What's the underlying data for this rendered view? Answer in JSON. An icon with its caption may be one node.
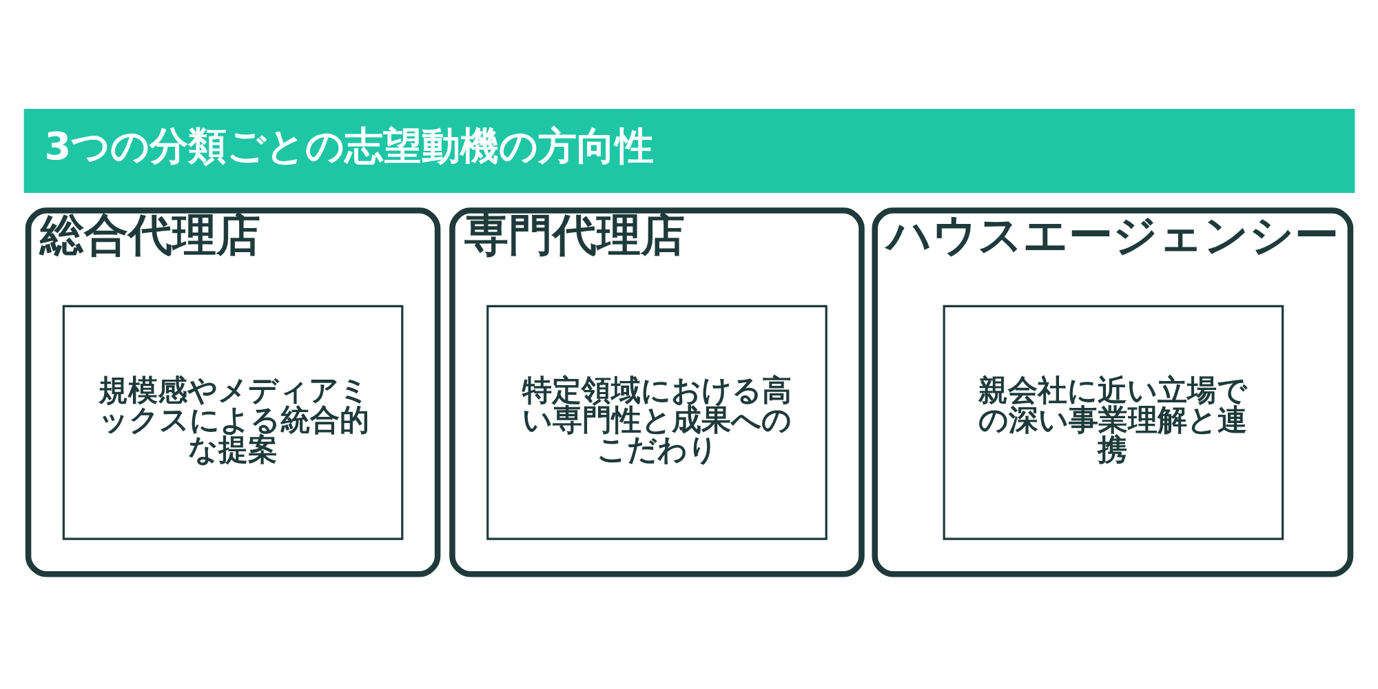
{
  "diagram": {
    "title": "3つの分類ごとの志望動機の方向性",
    "nodes": [
      {
        "text": [
          "総合代理店"
        ]
      },
      {
        "text": [
          "規模感やメディアミックスによる統合的な提案"
        ],
        "in": 0
      },
      {
        "text": [
          "専門代理店"
        ]
      },
      {
        "text": [
          "特定領域における高い専門性と成果へのこだわり"
        ],
        "in": 2
      },
      {
        "text": [
          "ハウスエージェンシー"
        ]
      },
      {
        "text": [
          "親会社に近い立場での深い事業理解と連携"
        ],
        "in": 4
      }
    ],
    "edges": []
  }
}
